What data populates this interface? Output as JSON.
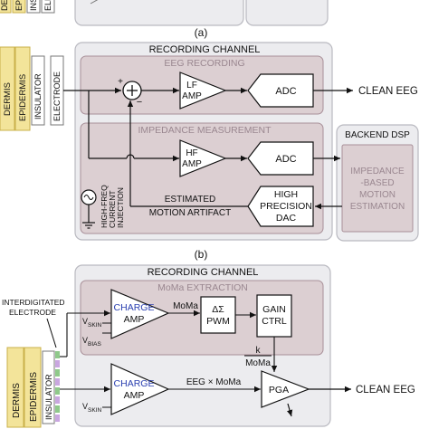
{
  "colors": {
    "panel": "#ececef",
    "panel_stroke": "#b9b9c0",
    "inner": "#dccfd2",
    "inner_stroke": "#a88f98",
    "skin": "#f3e49a",
    "skin_stroke": "#c9b04a",
    "charge_text": "#2a3fb0",
    "dim_text": "#9a8790",
    "line": "#111111"
  },
  "top_fragment": {
    "layer_labels": [
      "DERMIS",
      "EPIDERMIS",
      "INSULATOR",
      "ELECTRODE"
    ],
    "caption": "(a)"
  },
  "panel_b": {
    "layer_labels": [
      "DERMIS",
      "EPIDERMIS",
      "INSULATOR",
      "ELECTRODE"
    ],
    "recording_channel": "RECORDING CHANNEL",
    "eeg_recording": "EEG RECORDING",
    "impedance_measurement": "IMPEDANCE MEASUREMENT",
    "lf_amp": [
      "LF",
      "AMP"
    ],
    "hf_amp": [
      "HF",
      "AMP"
    ],
    "adc_top": "ADC",
    "adc_bottom": "ADC",
    "clean_eeg": "CLEAN EEG",
    "plus": "+",
    "minus": "−",
    "backend_dsp": "BACKEND DSP",
    "dsp_block": [
      "IMPEDANCE",
      "-BASED",
      "MOTION",
      "ESTIMATION"
    ],
    "dac_block": [
      "HIGH",
      "PRECISION",
      "DAC"
    ],
    "estimated": [
      "ESTIMATED",
      "MOTION ARTIFACT"
    ],
    "injection": [
      "HIGH-FREQ",
      "CURRENT",
      "INJECTION"
    ],
    "caption": "(b)"
  },
  "panel_c": {
    "layer_labels": [
      "DERMIS",
      "EPIDERMIS",
      "INSULATOR"
    ],
    "electrode_label": [
      "INTERDIGITATED",
      "ELECTRODE"
    ],
    "recording_channel": "RECORDING CHANNEL",
    "moma_extraction": "MoMa EXTRACTION",
    "charge_amp_top": [
      "CHARGE",
      "AMP"
    ],
    "charge_amp_bottom": [
      "CHARGE",
      "AMP"
    ],
    "moma": "MoMa",
    "pwm": [
      "ΔΣ",
      "PWM"
    ],
    "gain_ctrl": [
      "GAIN",
      "CTRL"
    ],
    "k": "k",
    "k_moma": "MoMa",
    "eeg_x_moma": "EEG × MoMa",
    "pga": "PGA",
    "clean_eeg": "CLEAN EEG",
    "v_skin_top": [
      "V",
      "SKIN"
    ],
    "v_bias": [
      "V",
      "BIAS"
    ],
    "v_skin_bottom": [
      "V",
      "SKIN"
    ]
  }
}
